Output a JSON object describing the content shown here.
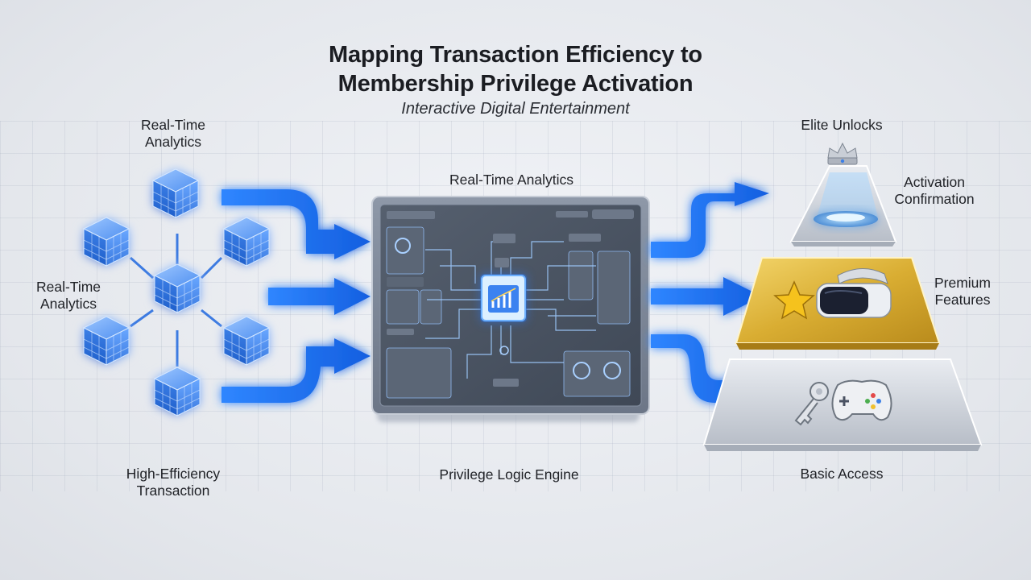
{
  "header": {
    "title_line1": "Mapping Transaction Efficiency to",
    "title_line2": "Membership Privilege Activation",
    "subtitle": "Interactive Digital Entertainment"
  },
  "left": {
    "label_top_line1": "Real-Time",
    "label_top_line2": "Analytics",
    "label_mid_line1": "Real-Time",
    "label_mid_line2": "Analytics",
    "label_bottom_line1": "High-Efficiency",
    "label_bottom_line2": "Transaction"
  },
  "center": {
    "label_top": "Real-Time Analytics",
    "label_bottom": "Privilege Logic Engine"
  },
  "right": {
    "elite": "Elite Unlocks",
    "activation_line1": "Activation",
    "activation_line2": "Confirmation",
    "premium_line1": "Premium",
    "premium_line2": "Features",
    "basic": "Basic Access"
  },
  "colors": {
    "accent_blue": "#1e6ff0",
    "gold": "#e2b93a",
    "silver": "#cfd3da"
  },
  "icons": [
    "blockchain-cube-icon",
    "dashboard-chip-icon",
    "crown-icon",
    "star-icon",
    "vr-headset-icon",
    "key-icon",
    "gamepad-icon"
  ]
}
